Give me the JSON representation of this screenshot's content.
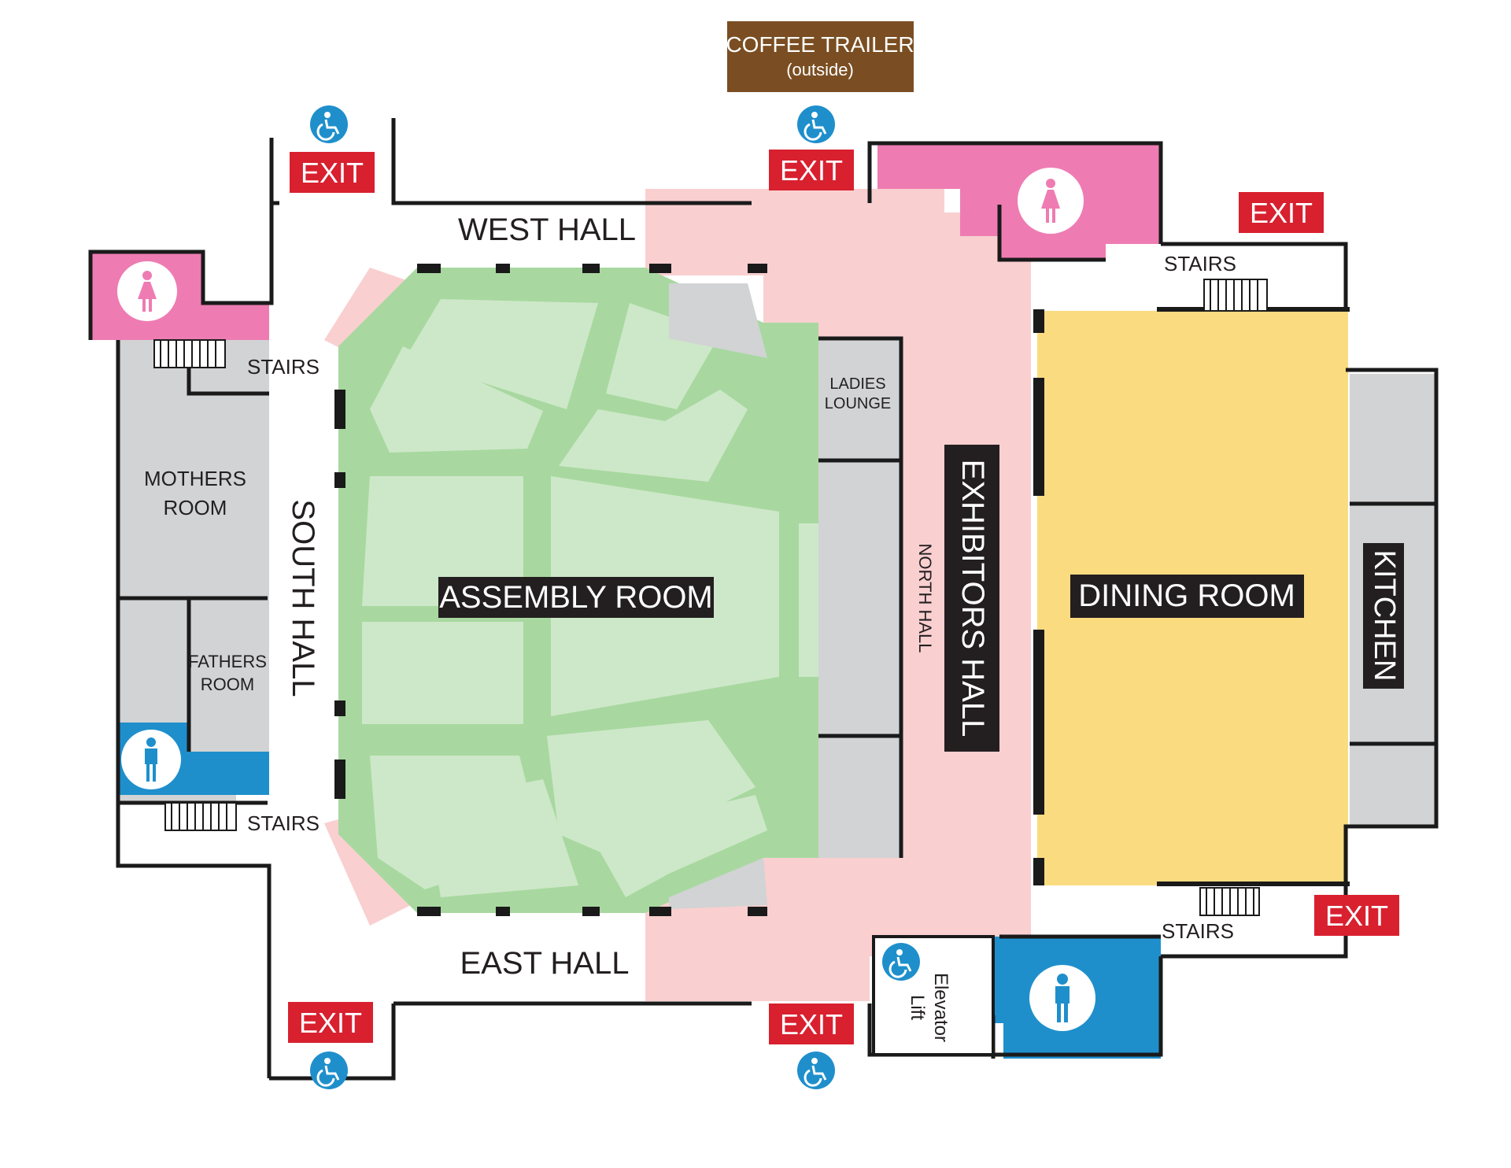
{
  "coffee_trailer": {
    "title": "COFFEE TRAILER",
    "subtitle": "(outside)"
  },
  "exit_label": "EXIT",
  "stairs_label": "STAIRS",
  "halls": {
    "west": "WEST HALL",
    "east": "EAST HALL",
    "south": "SOUTH HALL",
    "north": "NORTH HALL",
    "exhibitors": "EXHIBITORS  HALL"
  },
  "rooms": {
    "assembly": "ASSEMBLY ROOM",
    "dining": "DINING ROOM",
    "kitchen": "KITCHEN",
    "mothers": [
      "MOTHERS",
      "ROOM"
    ],
    "fathers": [
      "FATHERS",
      "ROOM"
    ],
    "ladies_lounge": [
      "LADIES",
      "LOUNGE"
    ]
  },
  "elevator": [
    "Elevator",
    "Lift"
  ],
  "icons": {
    "accessible": "wheelchair-icon",
    "women": "women-restroom-icon",
    "men": "men-restroom-icon"
  },
  "colors": {
    "wall": "#1a1a1a",
    "service_gray": "#d1d3d4",
    "assembly_green": "#a8d8a0",
    "assembly_seating": "#cde8c8",
    "hall_pink": "#f9cfd0",
    "women_pink": "#ee7cb2",
    "men_blue": "#1f8fcc",
    "dining_yellow": "#fbdb80",
    "exit_red": "#d8202f",
    "coffee_brown": "#7a4e22",
    "label_black": "#231f20"
  }
}
